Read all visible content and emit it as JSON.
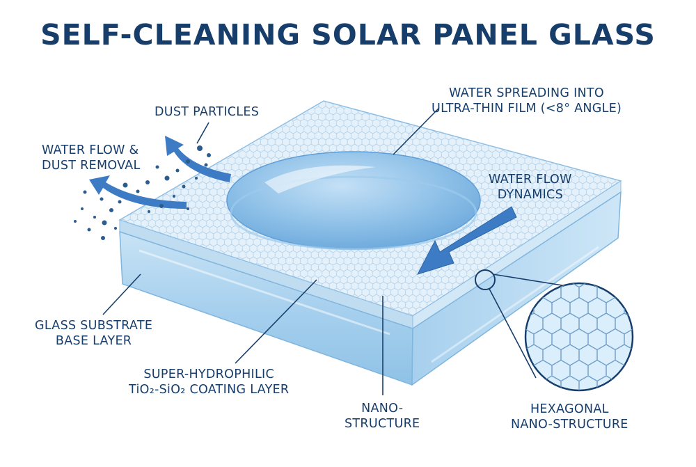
{
  "title": "SELF-CLEANING SOLAR PANEL GLASS",
  "labels": {
    "dust_particles": "DUST PARTICLES",
    "water_flow_removal": [
      "WATER FLOW &",
      "DUST REMOVAL"
    ],
    "water_spreading": [
      "WATER SPREADING INTO",
      "ULTRA-THIN FILM (<8° ANGLE)"
    ],
    "water_flow_dynamics": [
      "WATER FLOW",
      "DYNAMICS"
    ],
    "glass_substrate": [
      "GLASS SUBSTRATE",
      "BASE LAYER"
    ],
    "coating_layer": [
      "SUPER-HYDROPHILIC",
      "TiO₂-SiO₂ COATING LAYER"
    ],
    "nano_structure": [
      "NANO-",
      "STRUCTURE"
    ],
    "hexagonal_nano_structure": [
      "HEXAGONAL",
      "NANO-STRUCTURE"
    ]
  },
  "colors": {
    "title": "#173e6b",
    "glass_light": "#d6ebf8",
    "glass_mid": "#a9d1ee",
    "glass_edge": "#7fb5de",
    "droplet": "#7fb6e3",
    "arrow": "#3d7cc4",
    "dust": "#2b5c8e"
  }
}
